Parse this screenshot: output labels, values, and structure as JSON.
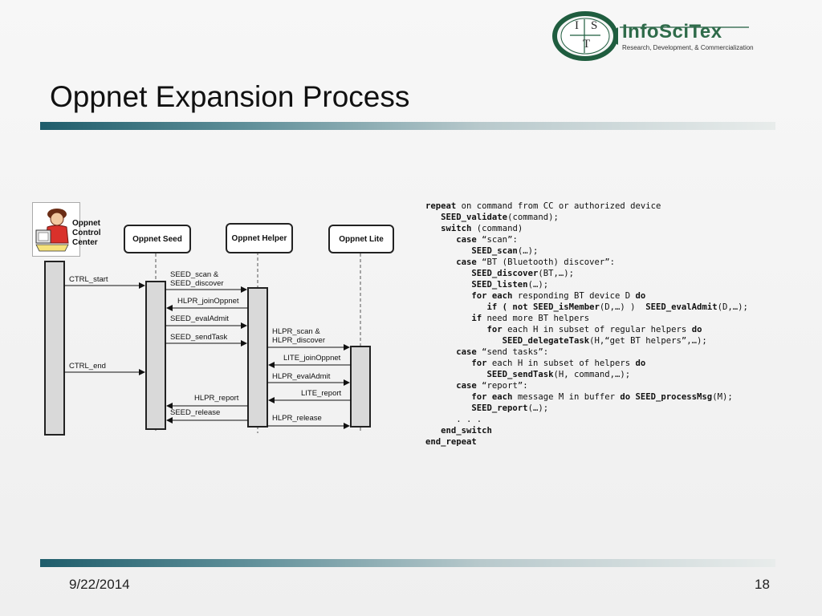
{
  "slide": {
    "title": "Oppnet Expansion Process",
    "date": "9/22/2014",
    "page_number": "18"
  },
  "logo": {
    "name": "InfoSciTex",
    "tagline": "Research, Development, & Commercialization",
    "letters": [
      "I",
      "S",
      "T"
    ],
    "colors": {
      "green": "#2f6b4a",
      "ring": "#1f5d3f"
    }
  },
  "theme": {
    "rule_dark": "#1f5d6b",
    "rule_light": "#e8eceb"
  },
  "sequence": {
    "control_center_label": [
      "Oppnet",
      "Control",
      "Center"
    ],
    "actors": [
      "Oppnet Seed",
      "Oppnet Helper",
      "Oppnet Lite"
    ],
    "messages": {
      "ctrl_start": "CTRL_start",
      "ctrl_end": "CTRL_end",
      "seed_scan": [
        "SEED_scan &",
        "SEED_discover"
      ],
      "hlpr_join": "HLPR_joinOppnet",
      "seed_eval": "SEED_evalAdmit",
      "seed_send": "SEED_sendTask",
      "hlpr_scan": [
        "HLPR_scan &",
        "HLPR_discover"
      ],
      "lite_join": "LITE_joinOppnet",
      "hlpr_eval": "HLPR_evalAdmit",
      "lite_report": "LITE_report",
      "hlpr_report": "HLPR_report",
      "seed_release": "SEED_release",
      "hlpr_release": "HLPR_release"
    }
  },
  "pseudocode": [
    [
      {
        "t": "repeat",
        "b": true
      },
      {
        "t": " on command from CC or authorized device"
      }
    ],
    [
      {
        "t": "   "
      },
      {
        "t": "SEED_validate",
        "b": true
      },
      {
        "t": "(command);"
      }
    ],
    [
      {
        "t": "   "
      },
      {
        "t": "switch",
        "b": true
      },
      {
        "t": " (command)"
      }
    ],
    [
      {
        "t": "      "
      },
      {
        "t": "case",
        "b": true
      },
      {
        "t": " “scan”:"
      }
    ],
    [
      {
        "t": "         "
      },
      {
        "t": "SEED_scan",
        "b": true
      },
      {
        "t": "(…);"
      }
    ],
    [
      {
        "t": "      "
      },
      {
        "t": "case",
        "b": true
      },
      {
        "t": " “BT (Bluetooth) discover”:"
      }
    ],
    [
      {
        "t": "         "
      },
      {
        "t": "SEED_discover",
        "b": true
      },
      {
        "t": "(BT,…);"
      }
    ],
    [
      {
        "t": "         "
      },
      {
        "t": "SEED_listen",
        "b": true
      },
      {
        "t": "(…);"
      }
    ],
    [
      {
        "t": "         "
      },
      {
        "t": "for each",
        "b": true
      },
      {
        "t": " responding BT device D "
      },
      {
        "t": "do",
        "b": true
      }
    ],
    [
      {
        "t": "            "
      },
      {
        "t": "if ( not SEED_isMember",
        "b": true
      },
      {
        "t": "(D,…) )  "
      },
      {
        "t": "SEED_evalAdmit",
        "b": true
      },
      {
        "t": "(D,…);"
      }
    ],
    [
      {
        "t": "         "
      },
      {
        "t": "if",
        "b": true
      },
      {
        "t": " need more BT helpers"
      }
    ],
    [
      {
        "t": "            "
      },
      {
        "t": "for",
        "b": true
      },
      {
        "t": " each H in subset of regular helpers "
      },
      {
        "t": "do",
        "b": true
      }
    ],
    [
      {
        "t": "               "
      },
      {
        "t": "SEED_delegateTask",
        "b": true
      },
      {
        "t": "(H,“get BT helpers”,…);"
      }
    ],
    [
      {
        "t": "      "
      },
      {
        "t": "case",
        "b": true
      },
      {
        "t": " “send tasks”:"
      }
    ],
    [
      {
        "t": "         "
      },
      {
        "t": "for",
        "b": true
      },
      {
        "t": " each H in subset of helpers "
      },
      {
        "t": "do",
        "b": true
      }
    ],
    [
      {
        "t": "            "
      },
      {
        "t": "SEED_sendTask",
        "b": true
      },
      {
        "t": "(H, command,…);"
      }
    ],
    [
      {
        "t": "      "
      },
      {
        "t": "case",
        "b": true
      },
      {
        "t": " “report”:"
      }
    ],
    [
      {
        "t": "         "
      },
      {
        "t": "for each",
        "b": true
      },
      {
        "t": " message M in buffer "
      },
      {
        "t": "do SEED_processMsg",
        "b": true
      },
      {
        "t": "(M);"
      }
    ],
    [
      {
        "t": "         "
      },
      {
        "t": "SEED_report",
        "b": true
      },
      {
        "t": "(…);"
      }
    ],
    [
      {
        "t": "      . . ."
      }
    ],
    [
      {
        "t": "   "
      },
      {
        "t": "end_switch",
        "b": true
      }
    ],
    [
      {
        "t": "end_repeat",
        "b": true
      }
    ]
  ]
}
